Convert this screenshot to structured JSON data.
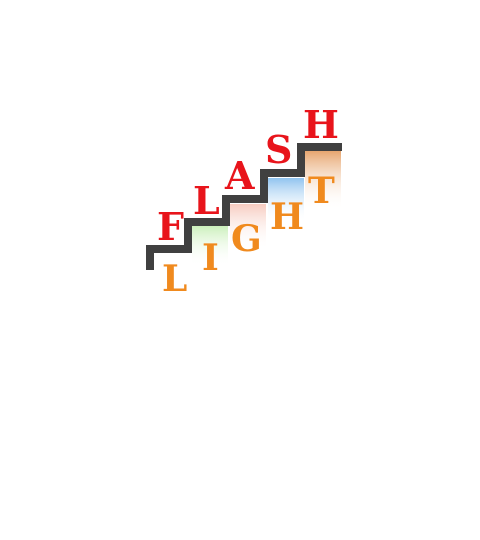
{
  "logo": {
    "top_word": [
      "F",
      "L",
      "A",
      "S",
      "H"
    ],
    "bottom_word": [
      "L",
      "I",
      "G",
      "H",
      "T"
    ],
    "colors": {
      "top_letters": "#e8141b",
      "bottom_letters": "#f08a1e",
      "stairs": "#404040",
      "riser_green": "#c9efb8",
      "riser_pink": "#f6c9bd",
      "riser_blue": "#8fc3ef",
      "riser_orange": "#e6a36a"
    }
  }
}
